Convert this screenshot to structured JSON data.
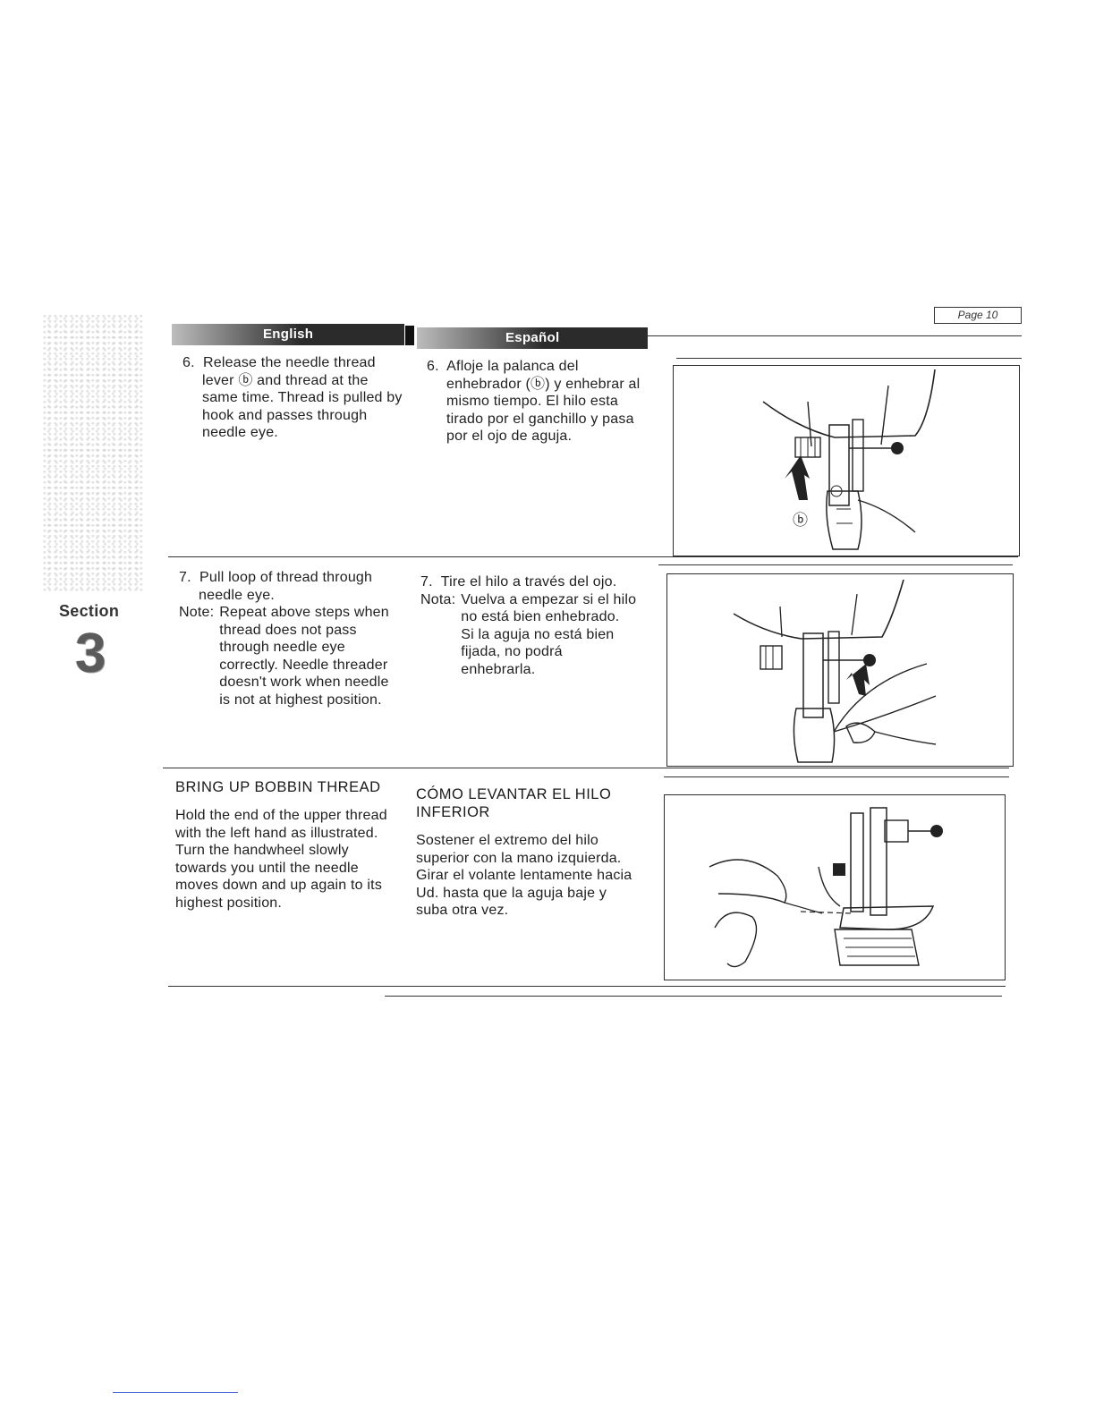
{
  "page": {
    "label": "Page 10"
  },
  "tabs": {
    "english": "English",
    "spanish": "Español"
  },
  "side": {
    "label": "Section",
    "number": "3"
  },
  "step6": {
    "en": {
      "num": "6.",
      "text": "Release the needle thread lever ⓑ and thread at the same time.  Thread is pulled by hook and passes through needle eye."
    },
    "es": {
      "num": "6.",
      "text": "Afloje la palanca del enhebrador (ⓑ) y enhebrar al mismo tiempo.  El hilo esta tirado por el ganchillo y pasa por el ojo de aguja."
    },
    "figure_label": "ⓑ"
  },
  "step7": {
    "en": {
      "num": "7.",
      "text": "Pull loop of thread through needle eye.",
      "note_label": "Note:",
      "note_text": "Repeat above steps when thread does not pass through needle eye correctly.  Needle threader doesn't work when needle is not at highest position."
    },
    "es": {
      "num": "7.",
      "text": "Tire el hilo a través del ojo.",
      "note_label": "Nota:",
      "note_text_1": "Vuelva a empezar si el hilo no está bien enhebrado.",
      "note_text_2": "Si la aguja no está bien fijada, no podrá enhebrarla."
    }
  },
  "bobbin": {
    "en": {
      "title": "BRING UP BOBBIN THREAD",
      "p1": "Hold the end of the upper thread with the left hand as illustrated.",
      "p2": "Turn the handwheel slowly towards you until the needle moves down and up again to its highest position."
    },
    "es": {
      "title": "CÓMO LEVANTAR EL HILO INFERIOR",
      "p1": "Sostener el extremo del hilo superior con la mano izquierda.",
      "p2": "Girar el volante lentamente hacia Ud. hasta que la aguja baje y suba otra vez."
    }
  }
}
